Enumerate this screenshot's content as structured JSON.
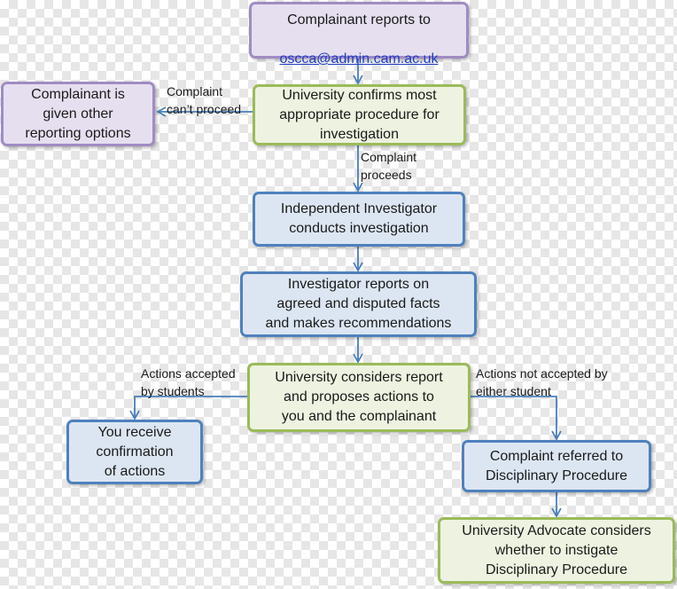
{
  "nodes": {
    "report": {
      "line1": "Complainant reports to",
      "email": "oscca@admin.cam.ac.uk"
    },
    "other_options": "Complainant is\ngiven other\nreporting options",
    "confirms": "University confirms most\nappropriate procedure for\ninvestigation",
    "investigator": "Independent Investigator\nconducts investigation",
    "reports": "Investigator reports on\nagreed and disputed facts\nand makes recommendations",
    "considers": "University considers report\nand proposes actions to\nyou and the complainant",
    "confirmation": "You receive\nconfirmation\nof actions",
    "referred": "Complaint referred to\nDisciplinary Procedure",
    "advocate": "University Advocate considers\nwhether to instigate\nDisciplinary Procedure"
  },
  "edge_labels": {
    "cant_proceed": "Complaint\ncan’t proceed",
    "proceeds": "Complaint\nproceeds",
    "accepted": "Actions accepted\nby students",
    "not_accepted": "Actions not accepted by\neither student"
  },
  "colors": {
    "purple_fill": "#e6dff0",
    "purple_border": "#a08cc2",
    "green_fill": "#edf3e0",
    "green_border": "#9bbb59",
    "blue_fill": "#dce6f2",
    "blue_border": "#4f81bd",
    "connector": "#4a7ebb"
  }
}
